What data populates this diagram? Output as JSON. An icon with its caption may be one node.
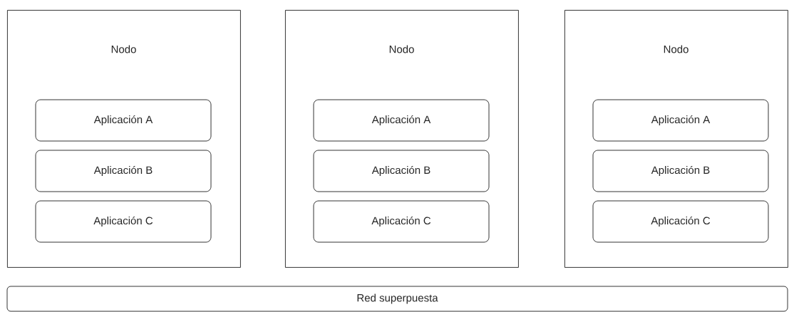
{
  "diagram": {
    "nodes": [
      {
        "text": [
          "Nodo"
        ]
      },
      {
        "text": [
          "Aplicación A"
        ],
        "in": 0
      },
      {
        "text": [
          "Aplicación B"
        ],
        "in": 0
      },
      {
        "text": [
          "Aplicación C"
        ],
        "in": 0
      },
      {
        "text": [
          "Nodo"
        ]
      },
      {
        "text": [
          "Aplicación A"
        ],
        "in": 4
      },
      {
        "text": [
          "Aplicación B"
        ],
        "in": 4
      },
      {
        "text": [
          "Aplicación C"
        ],
        "in": 4
      },
      {
        "text": [
          "Nodo"
        ]
      },
      {
        "text": [
          "Aplicación A"
        ],
        "in": 8
      },
      {
        "text": [
          "Aplicación B"
        ],
        "in": 8
      },
      {
        "text": [
          "Aplicación C"
        ],
        "in": 8
      },
      {
        "text": [
          "Red superpuesta"
        ]
      }
    ]
  }
}
